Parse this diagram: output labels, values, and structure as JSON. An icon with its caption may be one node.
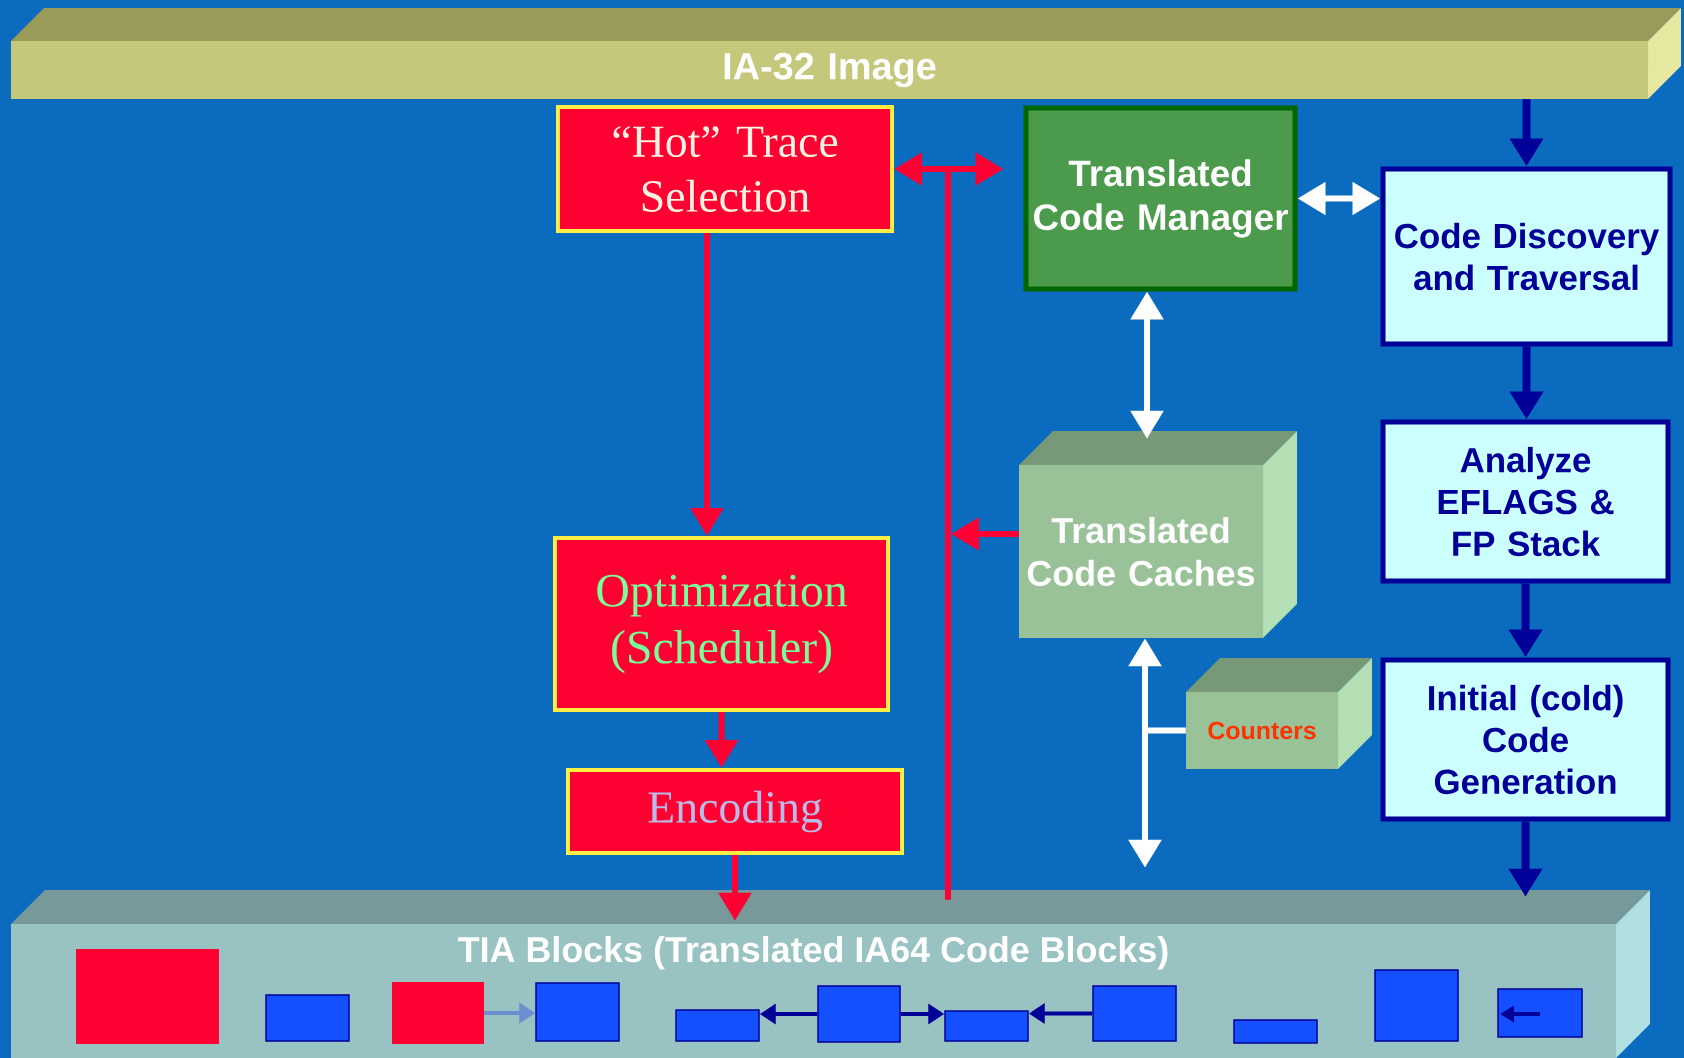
{
  "diagram": {
    "nodes": [
      {
        "text": [
          "IA-32 Image"
        ]
      },
      {
        "text": [
          "“Hot” Trace Selection"
        ]
      },
      {
        "text": [
          "Translated Code Manager"
        ]
      },
      {
        "text": [
          "Code Discovery and Traversal"
        ]
      },
      {
        "text": [
          "Optimization (Scheduler)"
        ]
      },
      {
        "text": [
          "Encoding"
        ]
      },
      {
        "text": [
          "Translated Code Caches"
        ]
      },
      {
        "text": [
          "Counters"
        ]
      },
      {
        "text": [
          "Analyze EFLAGS & FP Stack"
        ]
      },
      {
        "text": [
          "Initial (cold) Code Generation"
        ]
      },
      {
        "text": [
          "TIA Blocks (Translated IA64 Code Blocks)"
        ]
      },
      {
        "text": [],
        "shape": "box",
        "in": 10
      },
      {
        "text": [],
        "shape": "box",
        "in": 10
      },
      {
        "text": [],
        "shape": "box",
        "in": 10
      },
      {
        "text": [],
        "shape": "box",
        "in": 10
      },
      {
        "text": [],
        "shape": "box",
        "in": 10
      },
      {
        "text": [],
        "shape": "box",
        "in": 10
      },
      {
        "text": [],
        "shape": "box",
        "in": 10
      },
      {
        "text": [],
        "shape": "box",
        "in": 10
      },
      {
        "text": [],
        "shape": "box",
        "in": 10
      },
      {
        "text": [],
        "shape": "box",
        "in": 10
      },
      {
        "text": [],
        "shape": "box",
        "in": 10
      }
    ],
    "edges": [
      {
        "from": 0,
        "to": 3,
        "arrow": "to"
      },
      {
        "from": 3,
        "to": 8,
        "arrow": "to"
      },
      {
        "from": 8,
        "to": 9,
        "arrow": "to"
      },
      {
        "from": 9,
        "to": 10,
        "arrow": "to"
      },
      {
        "from": 1,
        "to": 2,
        "arrow": "both",
        "color": "#ff0033"
      },
      {
        "from": 10,
        "to": null,
        "arrow": "none",
        "color": "#ff0033"
      },
      {
        "from": 6,
        "to": null,
        "arrow": "to",
        "color": "#ff0033"
      },
      {
        "from": 1,
        "to": 4,
        "arrow": "to",
        "color": "#ff0033"
      },
      {
        "from": 4,
        "to": 5,
        "arrow": "to",
        "color": "#ff0033"
      },
      {
        "from": 5,
        "to": 10,
        "arrow": "to",
        "color": "#ff0033"
      },
      {
        "from": 2,
        "to": 3,
        "arrow": "both",
        "color": "#ffffff"
      },
      {
        "from": 2,
        "to": 6,
        "arrow": "both",
        "color": "#ffffff"
      },
      {
        "from": 6,
        "to": 10,
        "arrow": "both",
        "color": "#ffffff"
      },
      {
        "from": 7,
        "to": null,
        "arrow": "none",
        "color": "#ffffff"
      },
      {
        "from": 13,
        "to": 14,
        "arrow": "to",
        "color": "#6a8fd0"
      },
      {
        "from": 16,
        "to": 15,
        "arrow": "to"
      },
      {
        "from": 16,
        "to": 17,
        "arrow": "to"
      },
      {
        "from": 18,
        "to": 17,
        "arrow": "to"
      }
    ]
  }
}
